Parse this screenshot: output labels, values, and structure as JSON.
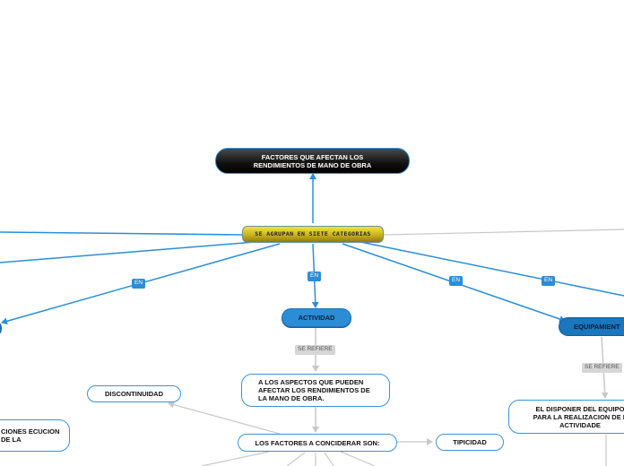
{
  "nodes": {
    "title": "FACTORES QUE AFECTAN LOS RENDIMIENTOS DE MANO DE OBRA",
    "categories": "SE AGRUPAN EN SIETE CATEGORIAS",
    "actividad": "ACTIVIDAD",
    "equipamiento": "EQUIPAMIENT",
    "actividad_def": "A LOS ASPECTOS QUE PUEDEN AFECTAR LOS RENDIMIENTOS DE LA MANO DE OBRA.",
    "factores": "LOS FACTORES A CONCIDERAR SON:",
    "discontinuidad": "DISCONTINUIDAD",
    "tipicidad": "TIPICIDAD",
    "condiciones": "CIONES ECUCION DE LA",
    "equipo_def": "EL DISPONER DEL EQUIPO PARA LA REALIZACION DE L ACTIVIDADE"
  },
  "edge_labels": {
    "en_left": "EN",
    "en_center": "EN",
    "en_right1": "EN",
    "en_right2": "EN",
    "se_refiere_1": "SE REFIERE",
    "se_refiere_2": "SE REFIERE"
  },
  "colors": {
    "connector_blue": "#2a8fd8",
    "connector_gray": "#c8c8c8"
  }
}
